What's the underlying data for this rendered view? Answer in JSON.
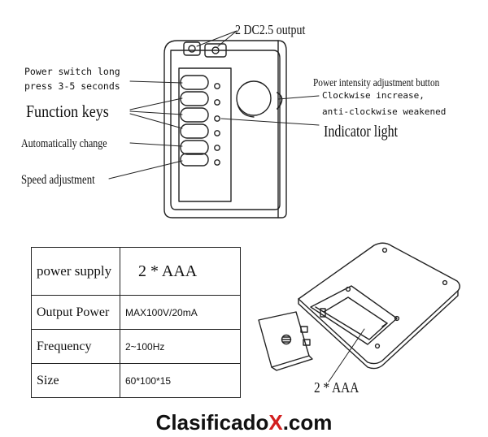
{
  "labels": {
    "output": "2 DC2.5 output",
    "power_switch_line1": "Power switch long",
    "power_switch_line2": "press 3-5 seconds",
    "function_keys": "Function keys",
    "auto_change": "Automatically change",
    "speed_adjustment": "Speed adjustment",
    "intensity_button": "Power intensity adjustment button",
    "clockwise": "Clockwise increase,",
    "anticlockwise": "anti-clockwise weakened",
    "indicator": "Indicator light",
    "battery": "2 * AAA"
  },
  "spec_table": [
    {
      "key": "power supply",
      "value": "2 * AAA"
    },
    {
      "key": "Output Power",
      "value": "MAX100V/20mA"
    },
    {
      "key": "Frequency",
      "value": "2~100Hz"
    },
    {
      "key": "Size",
      "value": "60*100*15"
    }
  ],
  "brand": {
    "prefix": "Clasificado",
    "accent": "X",
    "suffix": ".com",
    "accent_color": "#d21f1f"
  }
}
